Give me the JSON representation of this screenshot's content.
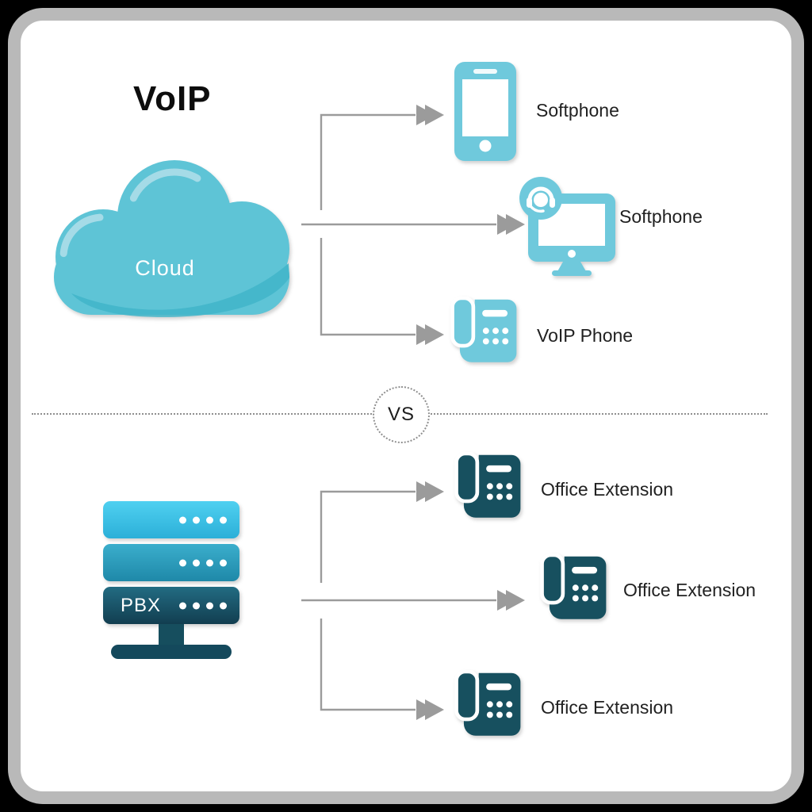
{
  "colors": {
    "light_teal": "#6fc9dc",
    "cloud_teal": "#5ec4d6",
    "cloud_highlight": "#a5dbe7",
    "cloud_swoosh": "#41b5c9",
    "dark_teal": "#17505f",
    "arrow_gray": "#9b9b9b",
    "frame_gray": "#b9b9b9",
    "server_gradient_top": "#4fd0f0",
    "server_gradient_bottom": "#123e50",
    "label_text": "#212121"
  },
  "voip_section": {
    "title": "VoIP",
    "cloud_label": "Cloud",
    "endpoints": [
      {
        "label": "Softphone",
        "icon": "smartphone-icon"
      },
      {
        "label": "Softphone",
        "icon": "desktop-softphone-headset-icon"
      },
      {
        "label": "VoIP Phone",
        "icon": "voip-desk-phone-icon"
      }
    ]
  },
  "divider": {
    "label": "VS"
  },
  "pbx_section": {
    "server_label": "PBX",
    "endpoints": [
      {
        "label": "Office Extension",
        "icon": "office-desk-phone-icon"
      },
      {
        "label": "Office Extension",
        "icon": "office-desk-phone-icon"
      },
      {
        "label": "Office Extension",
        "icon": "office-desk-phone-icon"
      }
    ]
  }
}
